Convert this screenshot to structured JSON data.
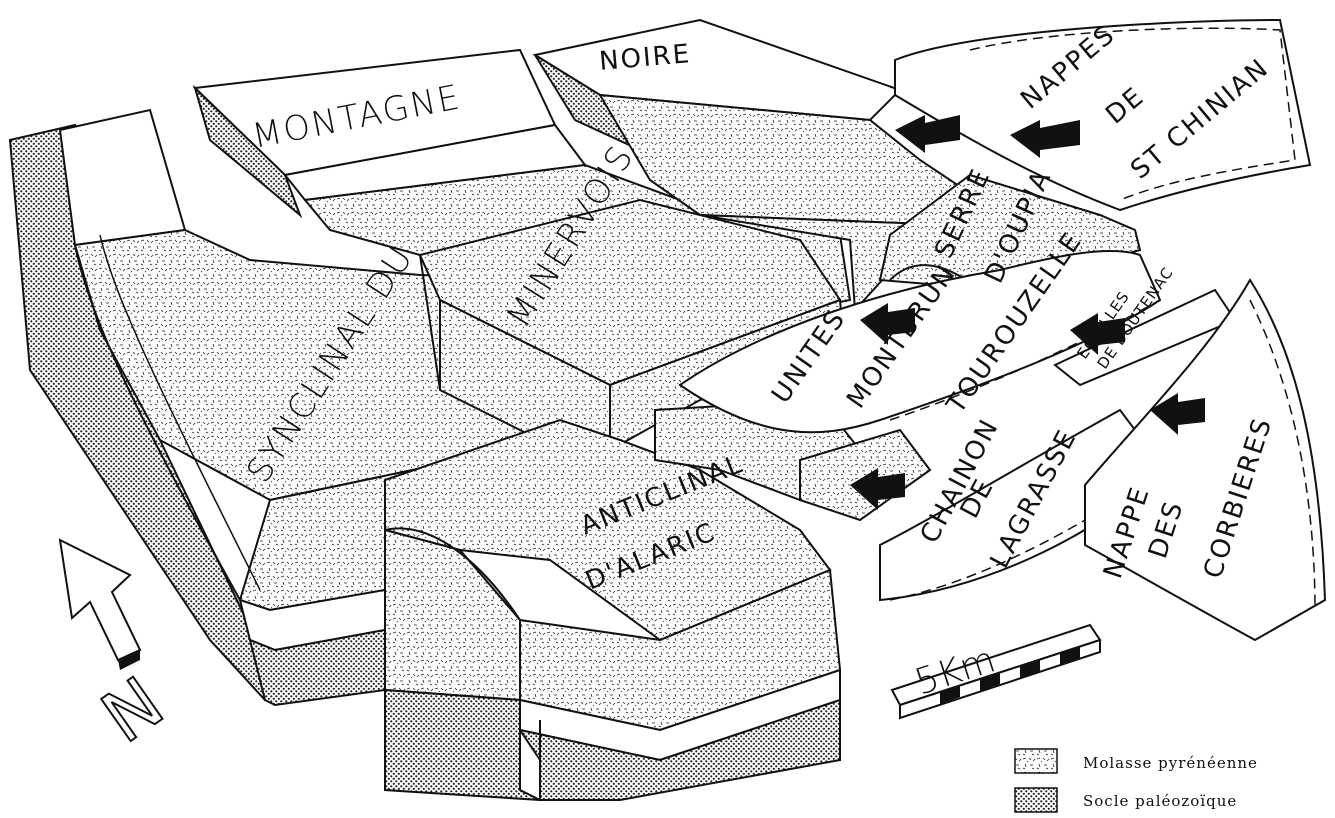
{
  "blocks": {
    "montagne": "MONTAGNE",
    "noire": "NOIRE",
    "minervois": "MINERVOIS",
    "synclinal": "SYNCLINAL DU",
    "anticlinal_1": "ANTICLINAL",
    "anticlinal_2": "D'ALARIC",
    "serre_1": "SERRE",
    "serre_2": "D'OUPIA"
  },
  "nappes": {
    "st_chinian_1": "NAPPES",
    "st_chinian_2": "DE",
    "st_chinian_3": "ST CHINIAN",
    "unites": "UNITES",
    "montbrun": "MONTBRUN",
    "tourouzelle": "TOUROUZELLE",
    "ecailles_1": "ECAILLES",
    "ecailles_2": "DE BOUTENAC",
    "chainon_1": "CHAINON",
    "chainon_2": "DE",
    "chainon_3": "LAGRASSE",
    "corbieres_1": "NAPPE",
    "corbieres_2": "DES",
    "corbieres_3": "CORBIERES"
  },
  "north_label": "N",
  "scale_label": "5Km",
  "legend": [
    {
      "label": "Molasse pyrénéenne",
      "pattern": "molasse"
    },
    {
      "label": "Socle paléozoïque",
      "pattern": "socle"
    }
  ]
}
